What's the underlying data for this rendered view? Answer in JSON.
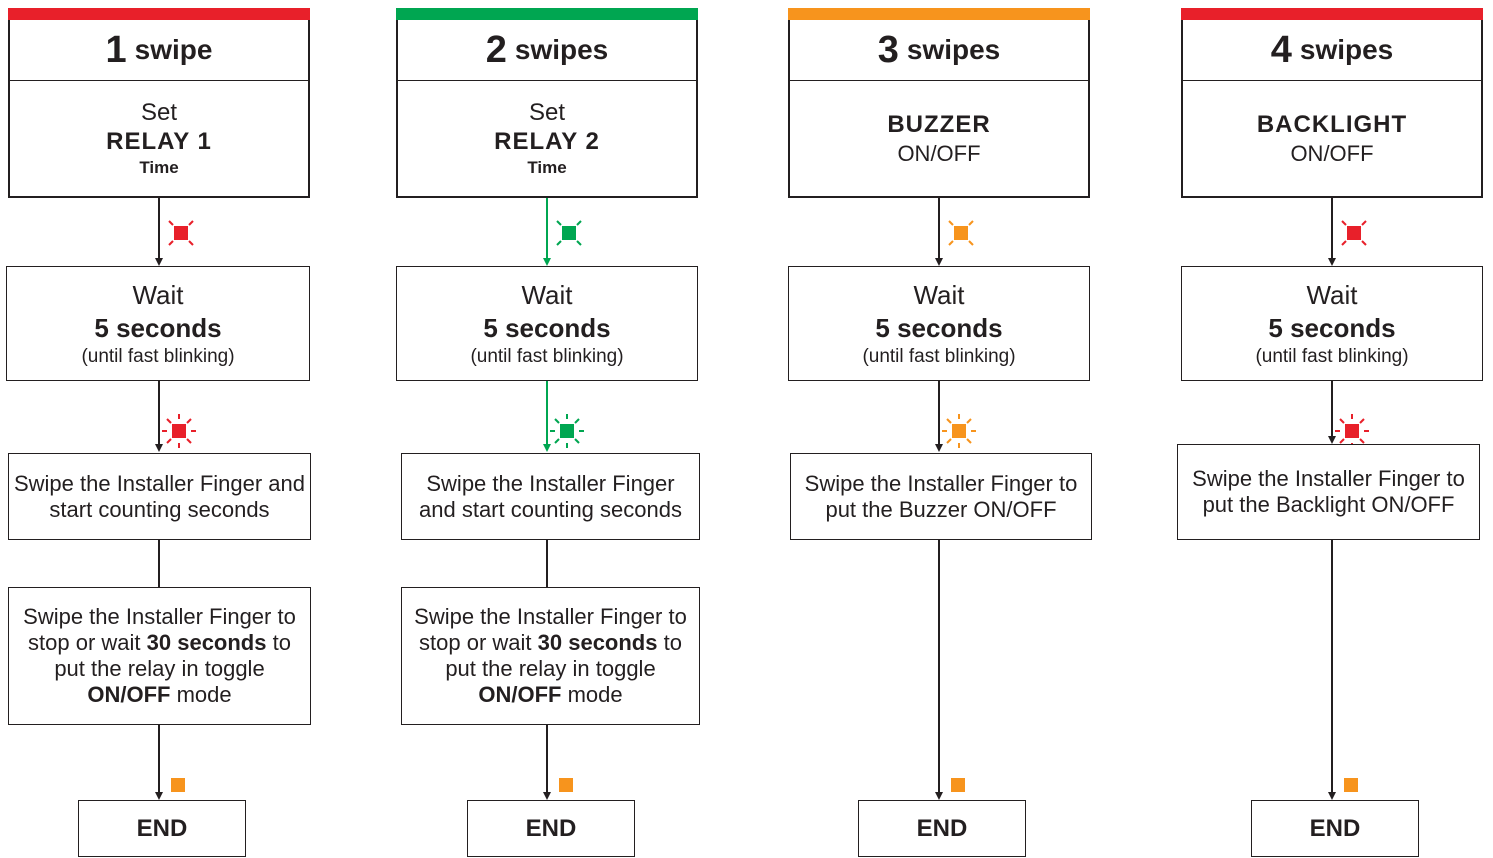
{
  "colors": {
    "red": "#e8202a",
    "green": "#00a651",
    "orange": "#f7941d",
    "ink": "#231f20"
  },
  "columns": [
    {
      "header_num": "1",
      "header_word": "swipe",
      "header_lines": [
        "Set",
        "RELAY 1",
        "Time"
      ],
      "header_kind": "relay",
      "color": "red",
      "wait": [
        "Wait",
        "5 seconds",
        "(until fast blinking)"
      ],
      "swipe1": "Swipe the Installer Finger and start counting seconds",
      "swipe2_parts": [
        "Swipe the Installer Finger to stop or wait ",
        "30 seconds",
        " to put the relay in toggle ",
        "ON/OFF",
        " mode"
      ],
      "end": "END"
    },
    {
      "header_num": "2",
      "header_word": "swipes",
      "header_lines": [
        "Set",
        "RELAY 2",
        "Time"
      ],
      "header_kind": "relay",
      "color": "green",
      "wait": [
        "Wait",
        "5 seconds",
        "(until fast blinking)"
      ],
      "swipe1": "Swipe the Installer Finger and start counting seconds",
      "swipe2_parts": [
        "Swipe the Installer Finger to stop or wait ",
        "30 seconds",
        " to put the relay in toggle ",
        "ON/OFF",
        " mode"
      ],
      "end": "END"
    },
    {
      "header_num": "3",
      "header_word": "swipes",
      "header_lines": [
        "BUZZER",
        "ON/OFF"
      ],
      "header_kind": "toggle",
      "color": "orange",
      "wait": [
        "Wait",
        "5 seconds",
        "(until fast blinking)"
      ],
      "swipe1": "Swipe the Installer Finger to put the Buzzer ON/OFF",
      "end": "END"
    },
    {
      "header_num": "4",
      "header_word": "swipes",
      "header_lines": [
        "BACKLIGHT",
        "ON/OFF"
      ],
      "header_kind": "toggle",
      "color": "red",
      "wait": [
        "Wait",
        "5 seconds",
        "(until fast blinking)"
      ],
      "swipe1": "Swipe the Installer Finger to put the Backlight ON/OFF",
      "end": "END"
    }
  ]
}
